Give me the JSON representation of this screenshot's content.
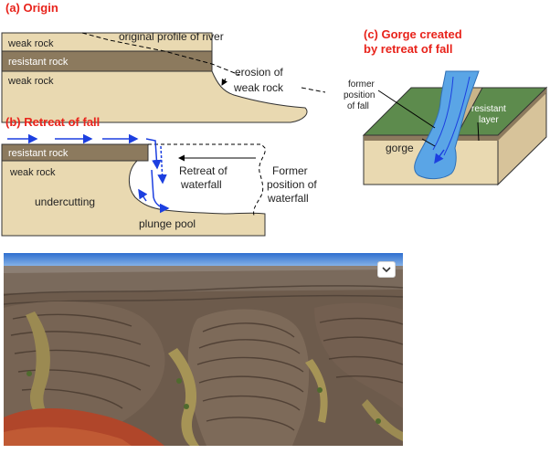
{
  "diagram": {
    "panel_a": {
      "title": "(a) Origin",
      "weak_rock_top": "weak rock",
      "resistant_rock": "resistant rock",
      "weak_rock_bottom": "weak rock",
      "original_profile": "original profile of river",
      "erosion_line1": "erosion of",
      "erosion_line2": "weak rock"
    },
    "panel_b": {
      "title": "(b) Retreat of fall",
      "resistant_rock": "resistant rock",
      "weak_rock": "weak rock",
      "undercutting": "undercutting",
      "plunge_pool": "plunge pool",
      "retreat_line1": "Retreat of",
      "retreat_line2": "waterfall",
      "former_line1": "Former",
      "former_line2": "position of",
      "former_line3": "waterfall"
    },
    "panel_c": {
      "title_line1": "(c) Gorge created",
      "title_line2": "by retreat of fall",
      "former_fall_line1": "former",
      "former_fall_line2": "position",
      "former_fall_line3": "of fall",
      "resistant_line1": "resistant",
      "resistant_line2": "layer",
      "gorge": "gorge"
    },
    "colors": {
      "title_red": "#e8231b",
      "weak_rock": "#e9d9b1",
      "resistant_rock": "#8c7a5e",
      "grass": "#5d8b4d",
      "water": "#5aa5e6",
      "arrow_blue": "#1c3fe0"
    }
  },
  "photo": {
    "expand_icon": "chevron-down-icon"
  }
}
